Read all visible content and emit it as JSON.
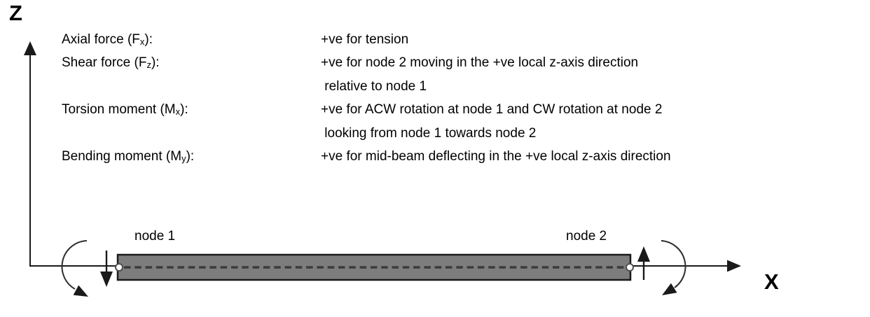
{
  "axes": {
    "z_label": "Z",
    "x_label": "X"
  },
  "conventions": {
    "rows": [
      {
        "term_pre": "Axial force (F",
        "term_sub": "x",
        "term_post": "):",
        "desc": "+ve for tension"
      },
      {
        "term_pre": "Shear force (F",
        "term_sub": "z",
        "term_post": "):",
        "desc": "+ve for node 2 moving in the +ve local z-axis direction"
      },
      {
        "term_pre": "",
        "term_sub": "",
        "term_post": "",
        "desc": " relative to node 1"
      },
      {
        "term_pre": "Torsion moment (M",
        "term_sub": "x",
        "term_post": "):",
        "desc": "+ve for ACW rotation at node 1 and CW rotation at node 2"
      },
      {
        "term_pre": "",
        "term_sub": "",
        "term_post": "",
        "desc": " looking from node 1 towards node 2"
      },
      {
        "term_pre": "Bending moment (M",
        "term_sub": "y",
        "term_post": "):",
        "desc": "+ve for mid-beam deflecting in the +ve local z-axis direction"
      }
    ]
  },
  "diagram": {
    "node1_label": "node 1",
    "node2_label": "node 2",
    "beam_fill": "#7d7d7d",
    "beam_outline": "#1a1a1a",
    "centerline_color": "#3b3b3b",
    "line_color": "#1a1a1a"
  }
}
